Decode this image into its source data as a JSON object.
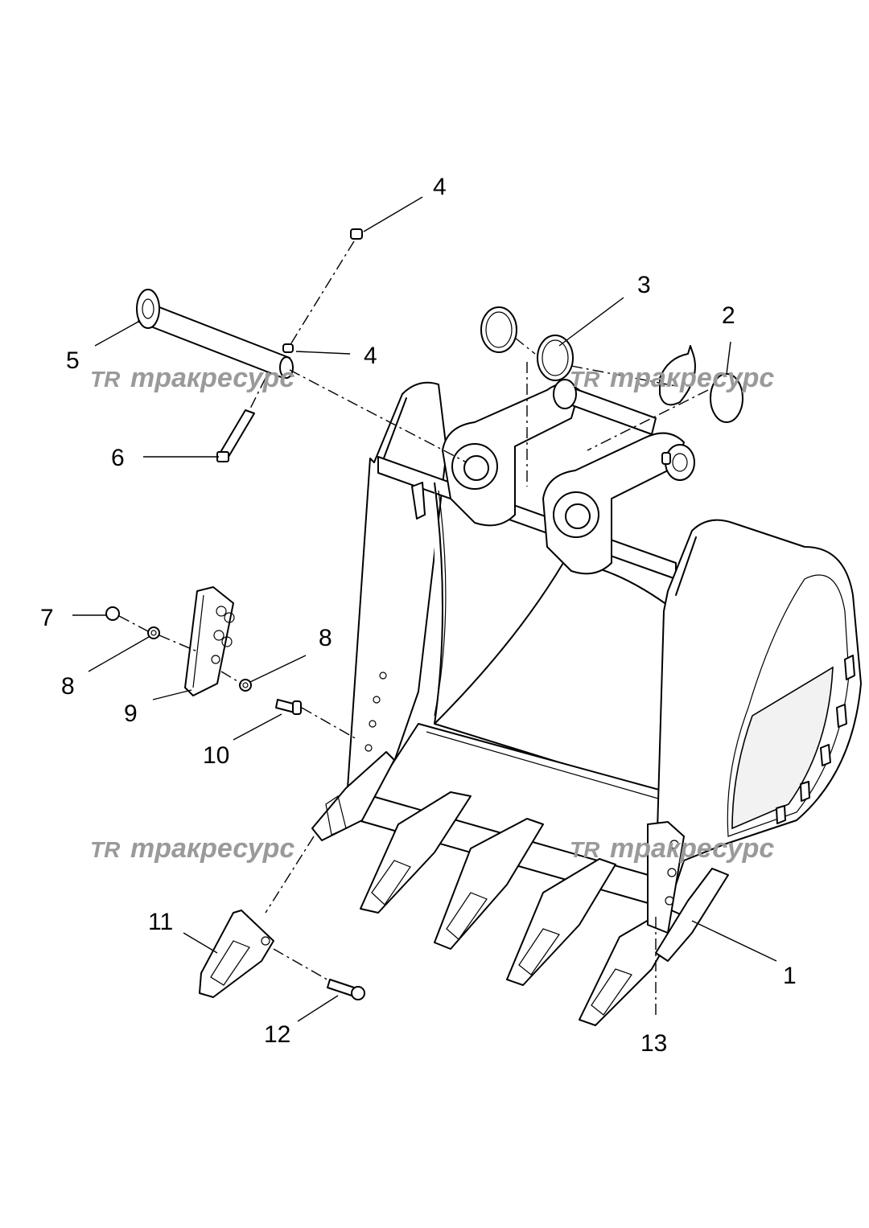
{
  "watermark": {
    "logo": "TR",
    "text": "тракресурс"
  },
  "callouts": {
    "c1": "1",
    "c2": "2",
    "c3": "3",
    "c4a": "4",
    "c4b": "4",
    "c5": "5",
    "c6": "6",
    "c7": "7",
    "c8a": "8",
    "c8b": "8",
    "c9": "9",
    "c10": "10",
    "c11": "11",
    "c12": "12",
    "c13": "13"
  }
}
